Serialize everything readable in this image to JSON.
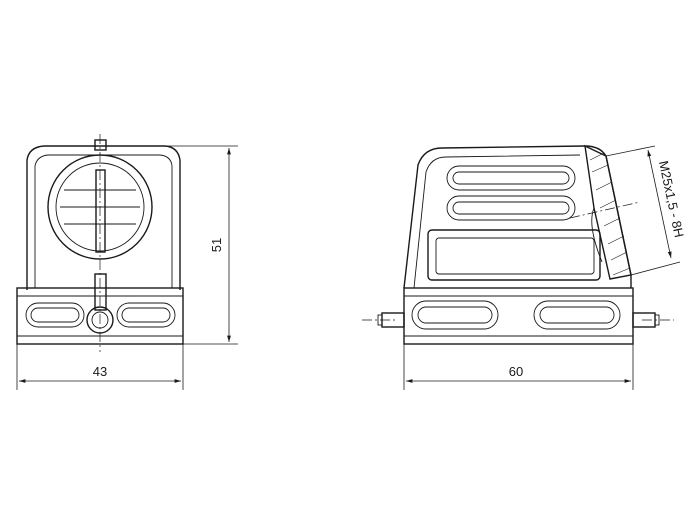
{
  "front_view": {
    "width_label": "43",
    "height_label": "51"
  },
  "side_view": {
    "width_label": "60",
    "thread_label": "M25x1,5 - 8H"
  }
}
